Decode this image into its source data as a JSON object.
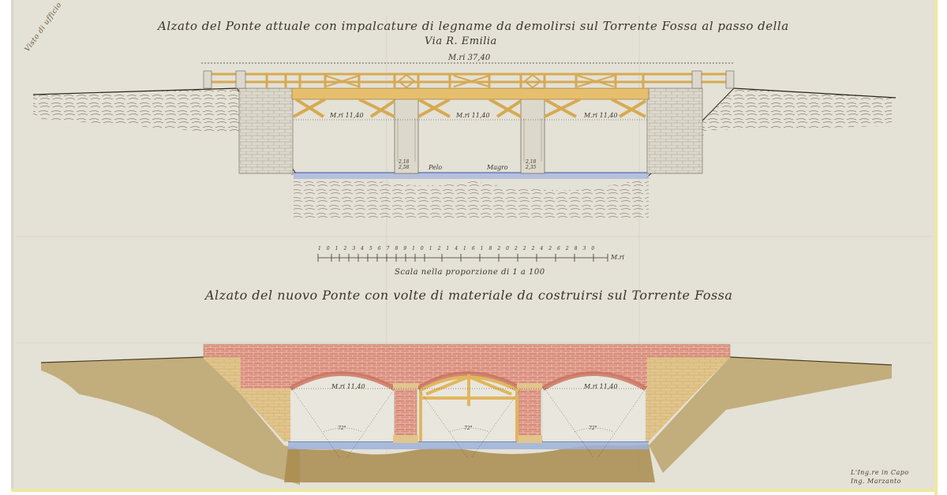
{
  "document": {
    "type": "architectural elevation drawing",
    "title_top": "Alzato del Ponte attuale con impalcature di legname da demolirsi sul Torrente Fossa al passo della",
    "title_top_line2": "Via R. Emilia",
    "title_bottom": "Alzato del nuovo Ponte con volte di materiale da costruirsi sul Torrente Fossa",
    "margin_note": "Visto di ufficio",
    "signature_line1": "L'Ing.re in Capo",
    "signature_line2": "Ing. Marzanto"
  },
  "top_elevation": {
    "total_span_label": "M.ri 37,40",
    "span_labels": [
      "M.ri 11,40",
      "M.ri 11,40",
      "M.ri 11,40"
    ],
    "water_labels": [
      "Pelo",
      "Magro"
    ],
    "pier_marks": [
      [
        "2,18",
        "2,58"
      ],
      [
        "2,18",
        "2,35"
      ]
    ],
    "colors": {
      "timber": "#e6bf6e",
      "stone": "#d9d5c8",
      "water": "#a9b8de",
      "ink": "#3a3528"
    }
  },
  "scale_bar": {
    "ticks": [
      "1",
      "0",
      "1",
      "2",
      "3",
      "4",
      "5",
      "6",
      "7",
      "8",
      "9",
      "10",
      "12",
      "14",
      "16",
      "18",
      "20",
      "22",
      "24",
      "26",
      "28",
      "30"
    ],
    "unit": "M.ri",
    "caption": "Scala nella proporzione di 1 a 100"
  },
  "bottom_elevation": {
    "span_labels": [
      "M.ri 11,40",
      "M.ri 11,40"
    ],
    "angle_labels": [
      "72°",
      "72°",
      "72°"
    ],
    "colors": {
      "brick": "#d98a78",
      "abutment": "#e2c58c",
      "earth": "#a98b4e",
      "water": "#9db3db",
      "centering": "#e1b65e"
    }
  }
}
